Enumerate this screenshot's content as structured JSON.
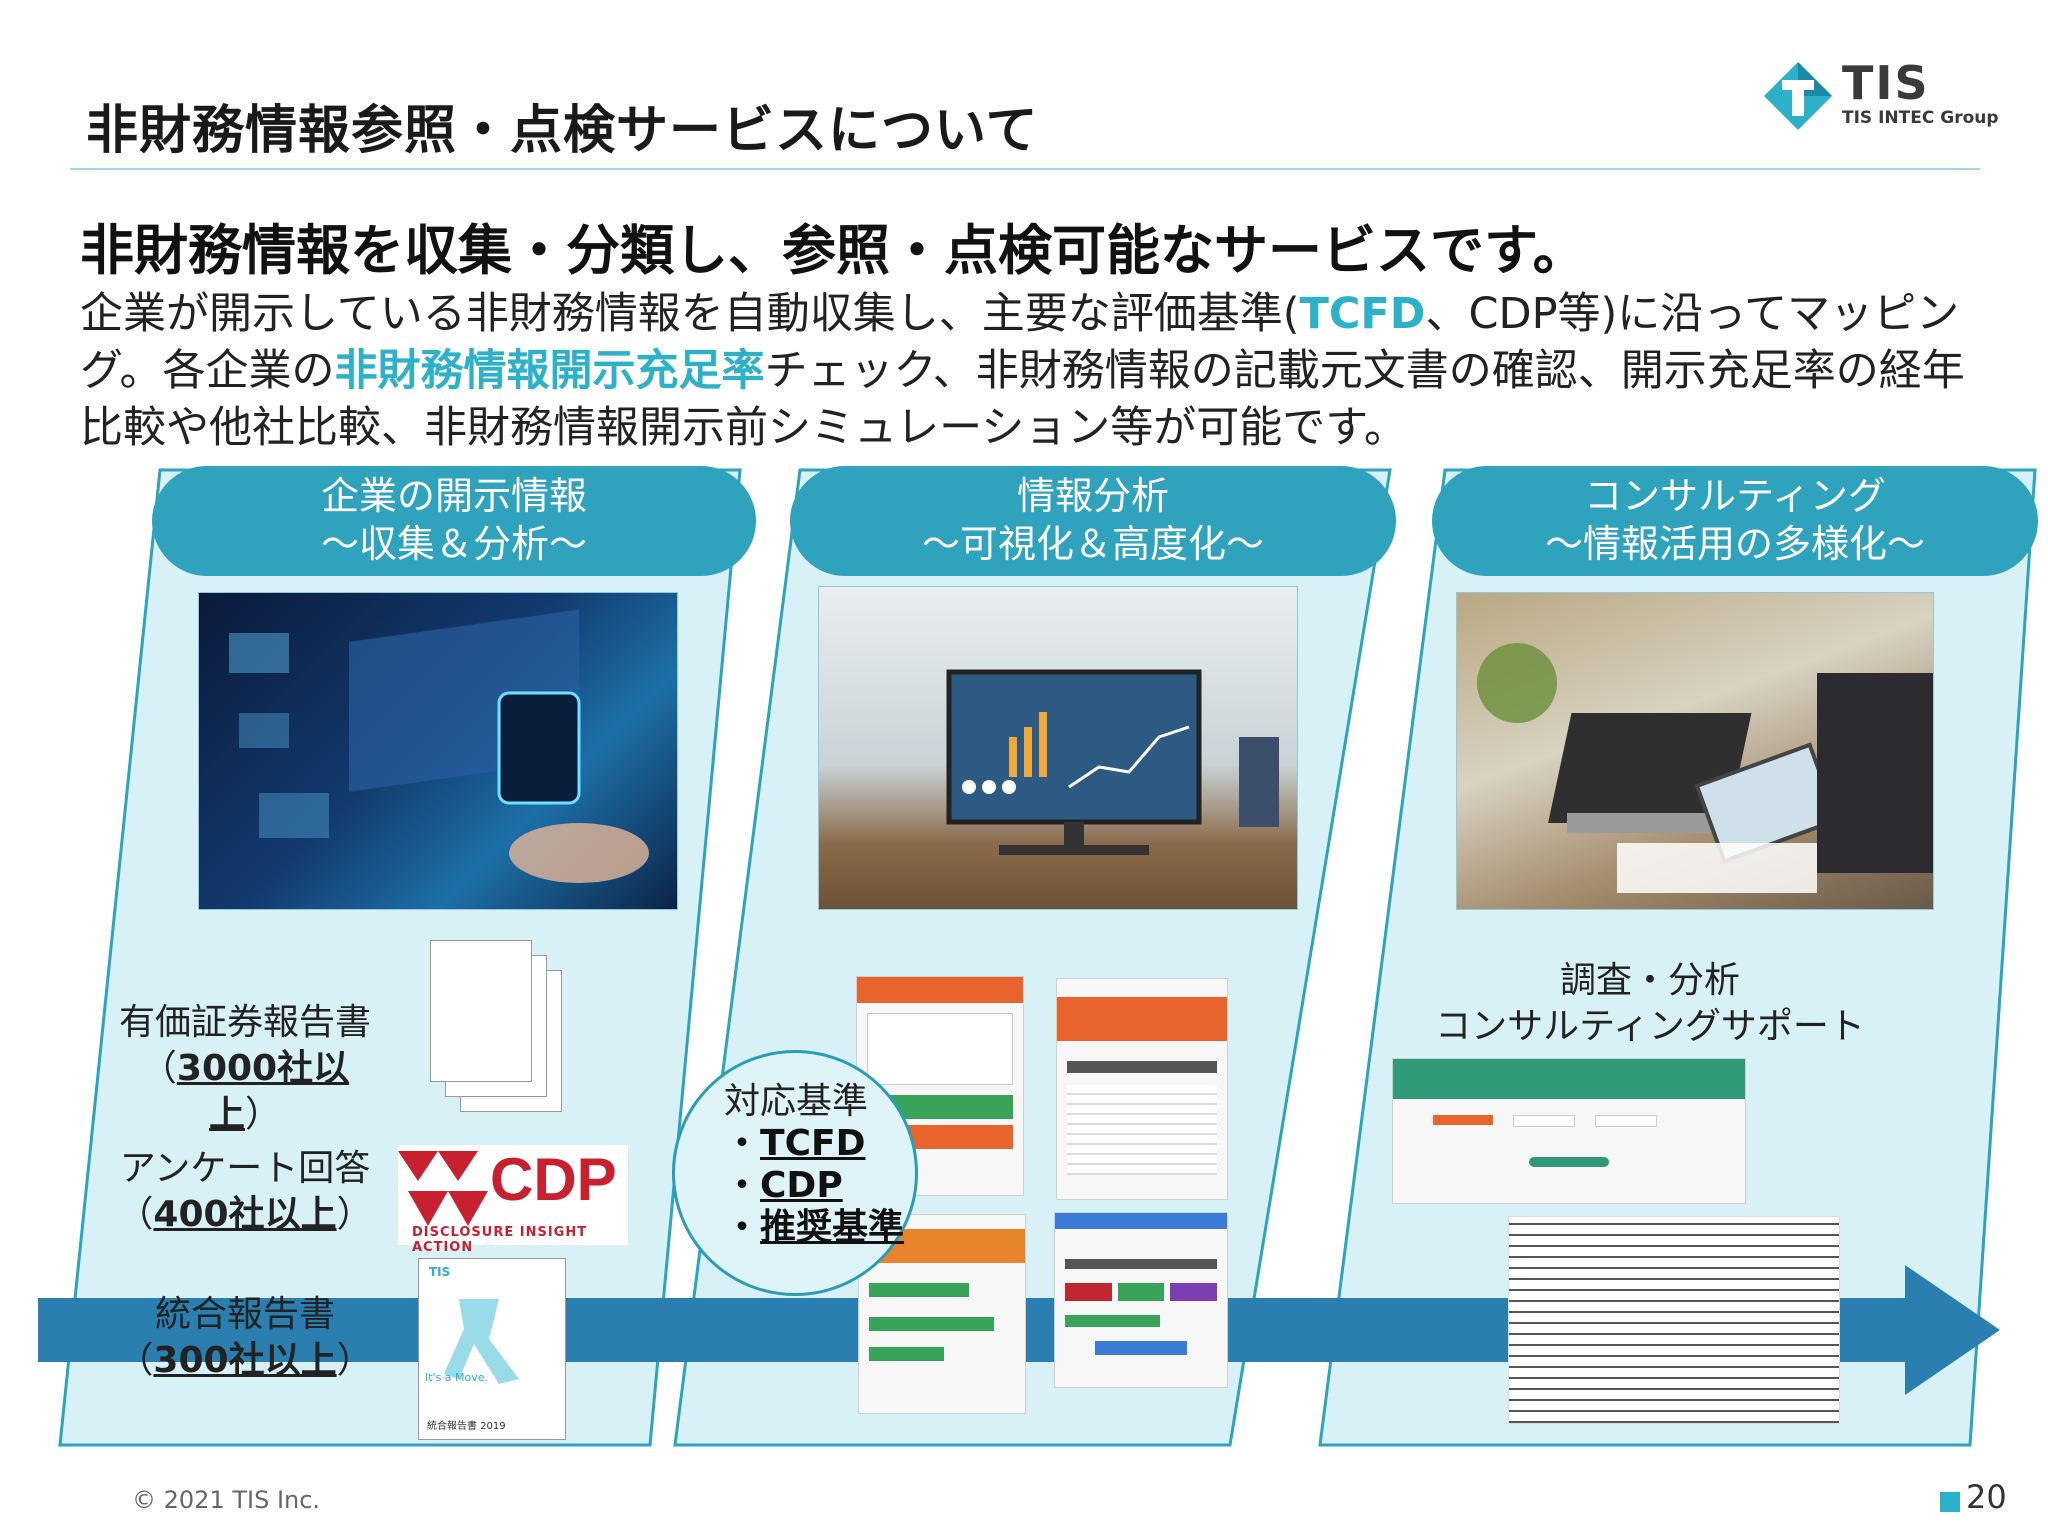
{
  "header": {
    "title": "非財務情報参照・点検サービスについて",
    "logo_text": "TIS",
    "logo_sub": "TIS INTEC Group"
  },
  "headline": "非財務情報を収集・分類し、参照・点検可能なサービスです。",
  "body": {
    "part1": "企業が開示している非財務情報を自動収集し、主要な評価基準(",
    "tcfd": "TCFD",
    "part2": "、CDP等)に沿ってマッピング。各企業の",
    "rate": "非財務情報開示充足率",
    "part3": "チェック、非財務情報の記載元文書の確認、開示充足率の経年比較や他社比較、非財務情報開示前シミュレーション等が可能です。"
  },
  "columns": [
    {
      "title_line1": "企業の開示情報",
      "title_line2": "～収集＆分析～"
    },
    {
      "title_line1": "情報分析",
      "title_line2": "～可視化＆高度化～"
    },
    {
      "title_line1": "コンサルティング",
      "title_line2": "～情報活用の多様化～"
    }
  ],
  "sources": [
    {
      "name": "有価証券報告書",
      "count_open": "（",
      "count": "3000社以上",
      "count_close": "）"
    },
    {
      "name": "アンケート回答",
      "count_open": "（",
      "count": "400社以上",
      "count_close": "）"
    },
    {
      "name": "統合報告書",
      "count_open": "（",
      "count": "300社以上",
      "count_close": "）"
    }
  ],
  "cdp_logo": {
    "text": "CDP",
    "sub": "DISCLOSURE INSIGHT ACTION"
  },
  "report_cover": {
    "brand": "TIS",
    "caption": "It's a Move.",
    "footer": "統合報告書 2019"
  },
  "standards": {
    "title": "対応基準",
    "bullet": "・",
    "items": [
      "TCFD",
      "CDP",
      "推奨基準"
    ]
  },
  "consulting": {
    "line1": "調査・分析",
    "line2": "コンサルティングサポート"
  },
  "footer": {
    "copyright": "© 2021 TIS Inc.",
    "page": "20"
  },
  "colors": {
    "accent": "#2cb1c9",
    "pill": "#2fa3bd",
    "panel": "#d7f1f7",
    "arrow": "#2a7fb0"
  }
}
